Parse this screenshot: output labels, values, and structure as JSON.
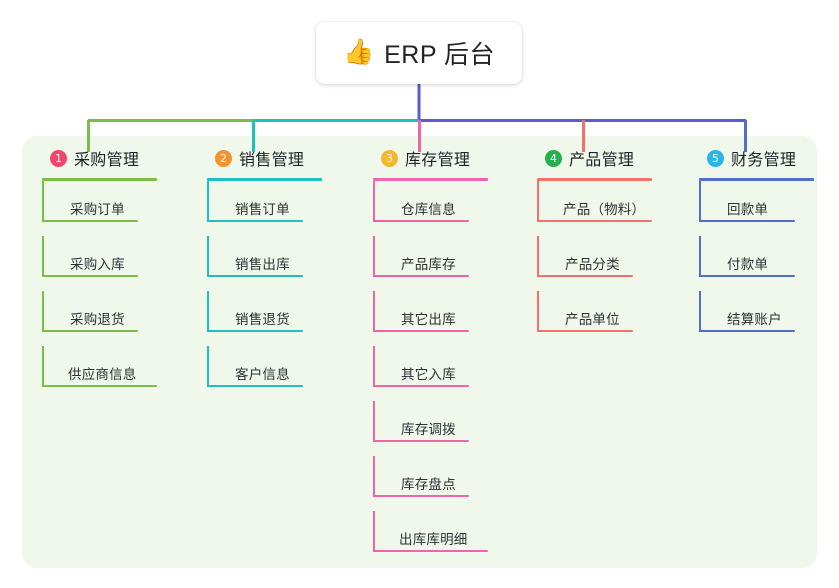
{
  "root": {
    "icon": "thumbs-up-icon",
    "icon_glyph": "👍",
    "label": "ERP 后台",
    "connector_color": "#5B5BD6"
  },
  "panel": {
    "background": "#EFF8EA"
  },
  "columns": [
    {
      "number": "1",
      "badge_color": "#F2456B",
      "line_color": "#79BE45",
      "title": "采购管理",
      "items": [
        {
          "label": "采购订单"
        },
        {
          "label": "采购入库"
        },
        {
          "label": "采购退货"
        },
        {
          "label": "供应商信息"
        }
      ]
    },
    {
      "number": "2",
      "badge_color": "#F5922F",
      "line_color": "#1FBFBF",
      "title": "销售管理",
      "items": [
        {
          "label": "销售订单"
        },
        {
          "label": "销售出库"
        },
        {
          "label": "销售退货"
        },
        {
          "label": "客户信息"
        }
      ]
    },
    {
      "number": "3",
      "badge_color": "#F5B731",
      "line_color": "#EF65A8",
      "title": "库存管理",
      "items": [
        {
          "label": "仓库信息"
        },
        {
          "label": "产品库存"
        },
        {
          "label": "其它出库"
        },
        {
          "label": "其它入库"
        },
        {
          "label": "库存调拨"
        },
        {
          "label": "库存盘点"
        },
        {
          "label": "出库库明细"
        }
      ]
    },
    {
      "number": "4",
      "badge_color": "#22B14C",
      "line_color": "#F4706A",
      "title": "产品管理",
      "items": [
        {
          "label": "产品（物料）"
        },
        {
          "label": "产品分类"
        },
        {
          "label": "产品单位"
        }
      ]
    },
    {
      "number": "5",
      "badge_color": "#29B6E8",
      "line_color": "#4F6FD0",
      "title": "财务管理",
      "items": [
        {
          "label": "回款单"
        },
        {
          "label": "付款单"
        },
        {
          "label": "结算账户"
        }
      ]
    }
  ]
}
